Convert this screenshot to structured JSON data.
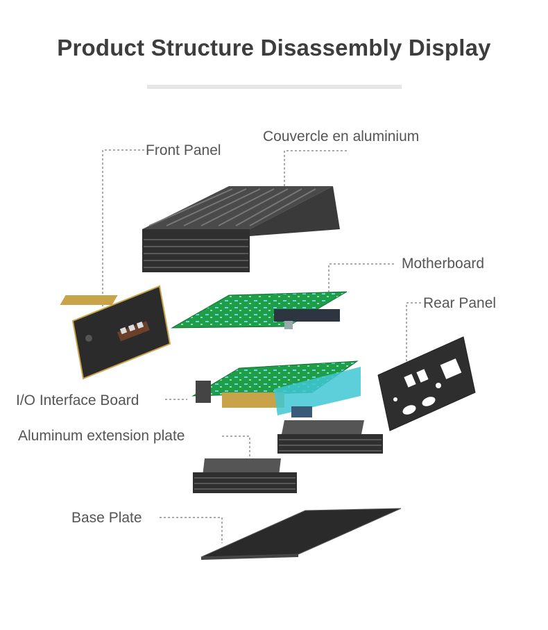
{
  "title": "Product Structure Disassembly Display",
  "labels": {
    "front_panel": "Front Panel",
    "aluminum_cover": "Couvercle en aluminium",
    "motherboard": "Motherboard",
    "rear_panel": "Rear Panel",
    "io_board": "I/O Interface Board",
    "extension_plate": "Aluminum extension plate",
    "base_plate": "Base Plate"
  },
  "colors": {
    "title": "#3d3d3d",
    "label": "#555555",
    "pcb_green": "#1f9e4a",
    "metal_dark": "#3a3a3a",
    "accent_gold": "#c9a34a",
    "connector_cyan": "#3fc7d4"
  }
}
